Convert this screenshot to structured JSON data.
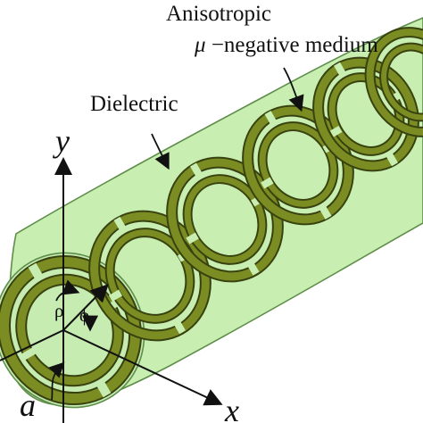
{
  "diagram": {
    "labels": {
      "medium_line1": "Anisotropic",
      "medium_mu": "μ",
      "medium_line2": "−negative medium",
      "dielectric": "Dielectric",
      "axis_y": "y",
      "axis_x": "x",
      "rho": "ρ",
      "phi": "ϕ",
      "radius_a": "a"
    },
    "colors": {
      "cylinder_fill": "#c8efb1",
      "cylinder_stroke": "#5f8d4a",
      "ring_fill": "#7b8d22",
      "ring_stroke": "#384210",
      "line": "#111111"
    }
  }
}
